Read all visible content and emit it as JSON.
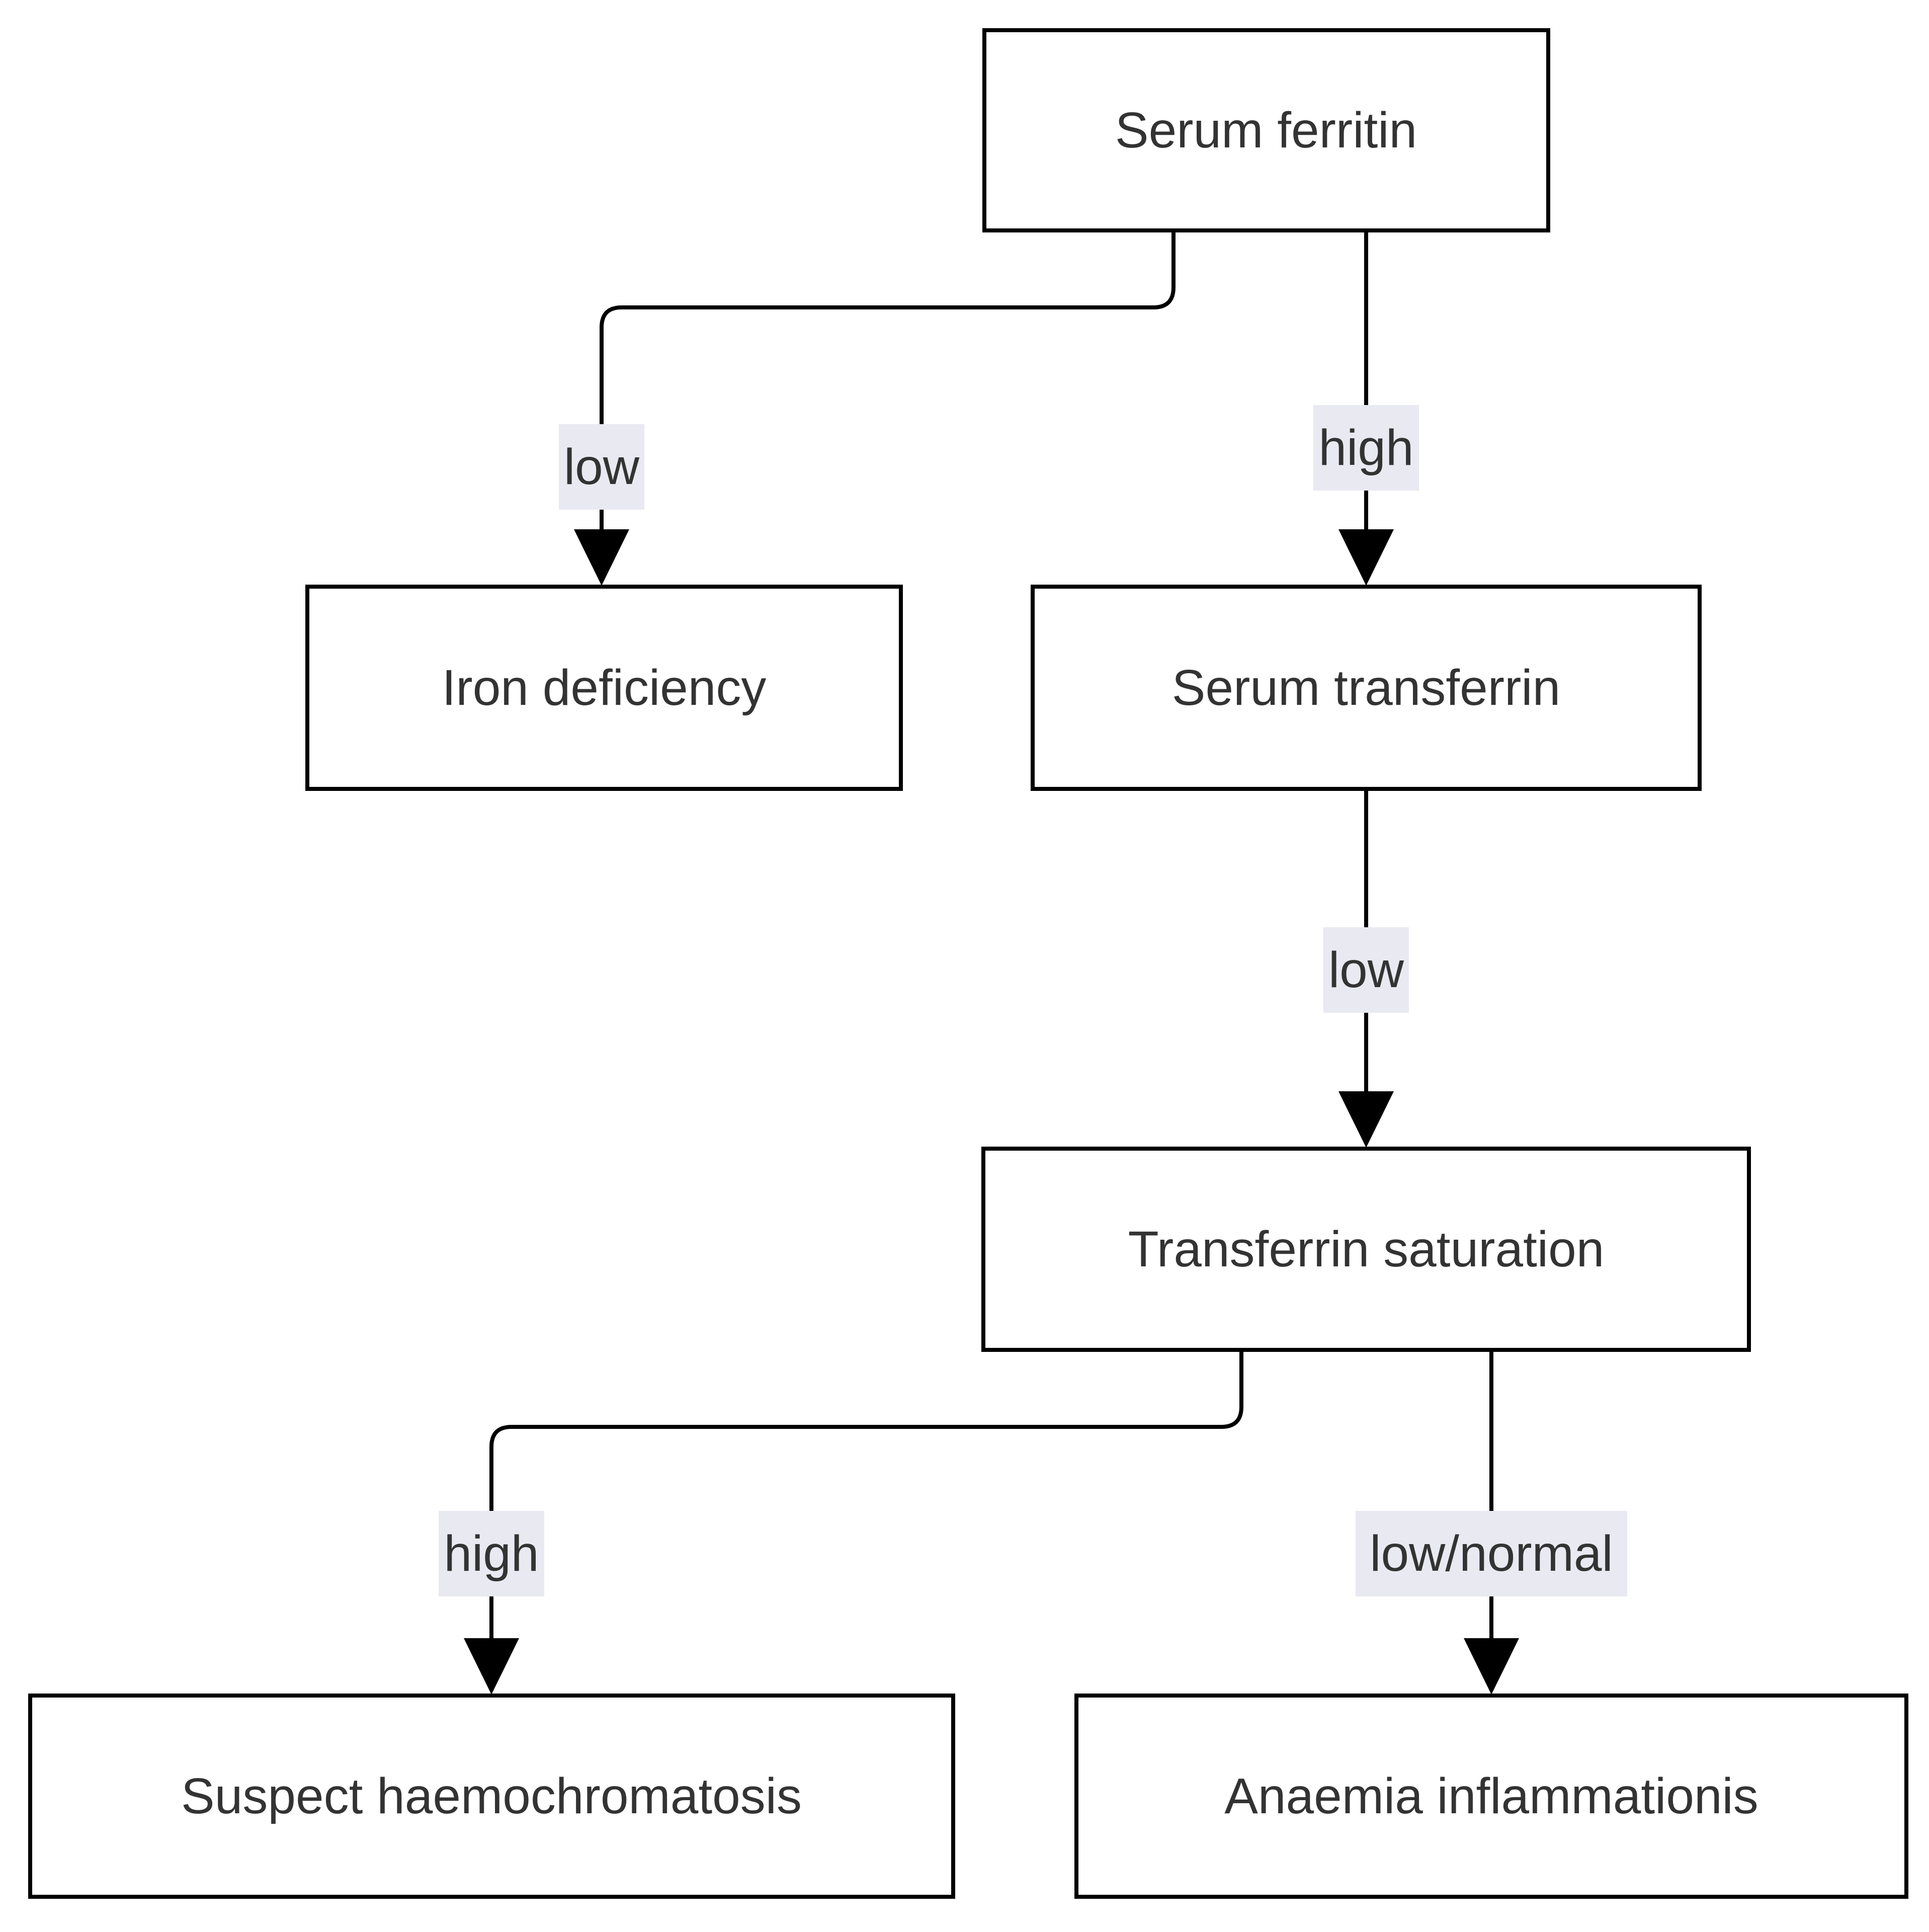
{
  "diagram": {
    "type": "flowchart",
    "direction": "top-down",
    "nodes": [
      {
        "id": "serum-ferritin",
        "label": "Serum ferritin"
      },
      {
        "id": "iron-deficiency",
        "label": "Iron deficiency"
      },
      {
        "id": "serum-transferrin",
        "label": "Serum transferrin"
      },
      {
        "id": "transferrin-saturation",
        "label": "Transferrin saturation"
      },
      {
        "id": "suspect-haemochromatosis",
        "label": "Suspect haemochromatosis"
      },
      {
        "id": "anaemia-inflammationis",
        "label": "Anaemia inflammationis"
      }
    ],
    "edges": [
      {
        "from": "Serum ferritin",
        "to": "Iron deficiency",
        "label": "low"
      },
      {
        "from": "Serum ferritin",
        "to": "Serum transferrin",
        "label": "high"
      },
      {
        "from": "Serum transferrin",
        "to": "Transferrin saturation",
        "label": "low"
      },
      {
        "from": "Transferrin saturation",
        "to": "Suspect haemochromatosis",
        "label": "high"
      },
      {
        "from": "Transferrin saturation",
        "to": "Anaemia inflammationis",
        "label": "low/normal"
      }
    ],
    "colors": {
      "node_border": "#000000",
      "node_fill": "#ffffff",
      "text": "#333333",
      "edge_line": "#000000",
      "edge_label_bg": "#e9e9f1"
    }
  }
}
